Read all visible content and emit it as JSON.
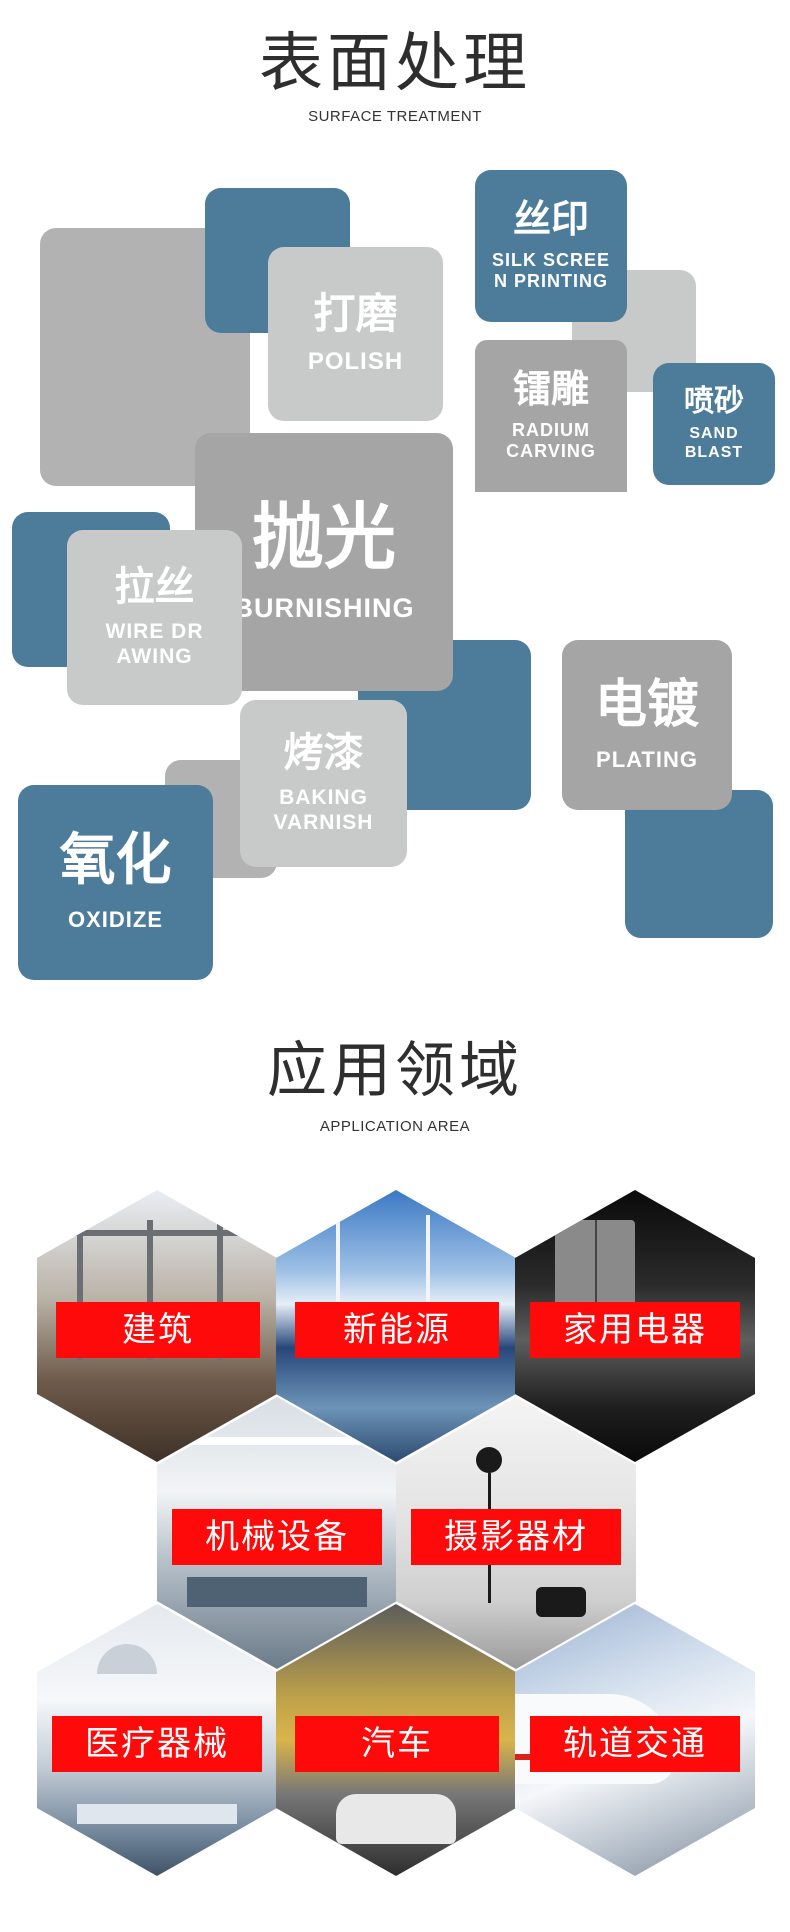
{
  "surface": {
    "title": "表面处理",
    "subtitle": "SURFACE TREATMENT",
    "items": {
      "polish": {
        "cn": "打磨",
        "en": "POLISH"
      },
      "silk": {
        "cn": "丝印",
        "en1": "SILK SCREE",
        "en2": "N PRINTING"
      },
      "radium": {
        "cn": "镭雕",
        "en1": "RADIUM",
        "en2": "CARVING"
      },
      "sand": {
        "cn": "喷砂",
        "en1": "SAND",
        "en2": "BLAST"
      },
      "burnish": {
        "cn": "抛光",
        "en": "BURNISHING"
      },
      "wire": {
        "cn": "拉丝",
        "en1": "WIRE DR",
        "en2": "AWING"
      },
      "plating": {
        "cn": "电镀",
        "en": "PLATING"
      },
      "baking": {
        "cn": "烤漆",
        "en1": "BAKING",
        "en2": "VARNISH"
      },
      "oxidize": {
        "cn": "氧化",
        "en": "OXIDIZE"
      }
    }
  },
  "application": {
    "title": "应用领域",
    "subtitle": "APPLICATION AREA",
    "areas": [
      "建筑",
      "新能源",
      "家用电器",
      "机械设备",
      "摄影器材",
      "医疗器械",
      "汽车",
      "轨道交通"
    ]
  },
  "colors": {
    "blue": "#4d7c9b",
    "gray": "#b2b2b2",
    "light_gray": "#c8c9c9",
    "label_red": "#ff0a0a"
  }
}
